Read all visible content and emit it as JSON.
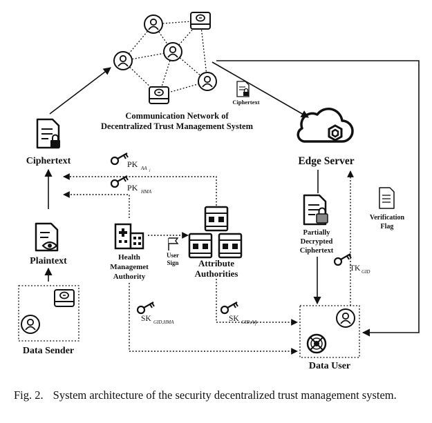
{
  "labels": {
    "network_line1": "Communication Network of",
    "network_line2": "Decentralized Trust Management System",
    "ciphertext_small": "Ciphertext",
    "edge_server": "Edge Server",
    "ciphertext_left": "Ciphertext",
    "plaintext": "Plaintext",
    "data_sender": "Data Sender",
    "hma_line1": "Health",
    "hma_line2": "Managemet",
    "hma_line3": "Authority",
    "user_sign_line1": "User",
    "user_sign_line2": "Sign",
    "attr_line1": "Attribute",
    "attr_line2": "Authorities",
    "partial_line1": "Partially",
    "partial_line2": "Decrypted",
    "partial_line3": "Ciphertext",
    "verif_line1": "Verification",
    "verif_line2": "Flag",
    "data_user": "Data User"
  },
  "keys": {
    "pk_aa": {
      "base": "PK",
      "sub": "AA",
      "subsub": "j"
    },
    "pk_hma": {
      "base": "PK",
      "sub": "HMA"
    },
    "sk_gid_hma": {
      "base": "SK",
      "sub": "GID,HMA"
    },
    "sk_gid_aa": {
      "base": "SK",
      "sub": "GID,AA",
      "subsub": "j"
    },
    "tk_gid": {
      "base": "TK",
      "sub": "GID"
    }
  },
  "caption": {
    "fig": "Fig. 2.",
    "text": "System architecture of the security decentralized trust management system."
  }
}
